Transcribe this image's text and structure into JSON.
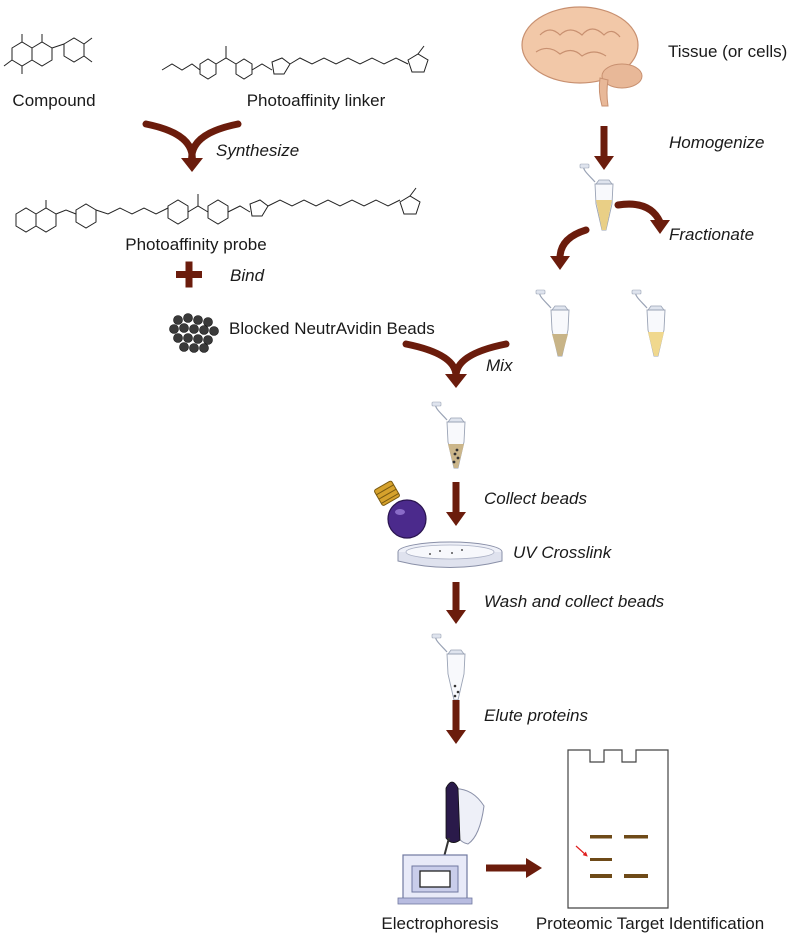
{
  "labels": {
    "compound": "Compound",
    "linker": "Photoaffinity linker",
    "synthesize": "Synthesize",
    "probe": "Photoaffinity probe",
    "bind": "Bind",
    "beads": "Blocked NeutrAvidin Beads",
    "tissue": "Tissue (or cells)",
    "homogenize": "Homogenize",
    "fractionate": "Fractionate",
    "mix": "Mix",
    "collect_beads": "Collect beads",
    "uv_crosslink": "UV Crosslink",
    "wash_collect": "Wash and collect beads",
    "elute": "Elute proteins",
    "electrophoresis": "Electrophoresis",
    "proteomic": "Proteomic Target Identification"
  },
  "colors": {
    "arrow": "#6b1c0c",
    "bulb": "#4b2a8c",
    "brain": "#f2c8a8",
    "gel_band": "#6e4a18",
    "tube_fill": "#e9cf86",
    "highlight_arrow": "#e02020"
  },
  "icons": [
    "brain-icon",
    "microtube-icon",
    "uv-lamp-icon",
    "petri-dish-icon",
    "beads-icon",
    "gel-icon",
    "electrophoresis-icon"
  ]
}
